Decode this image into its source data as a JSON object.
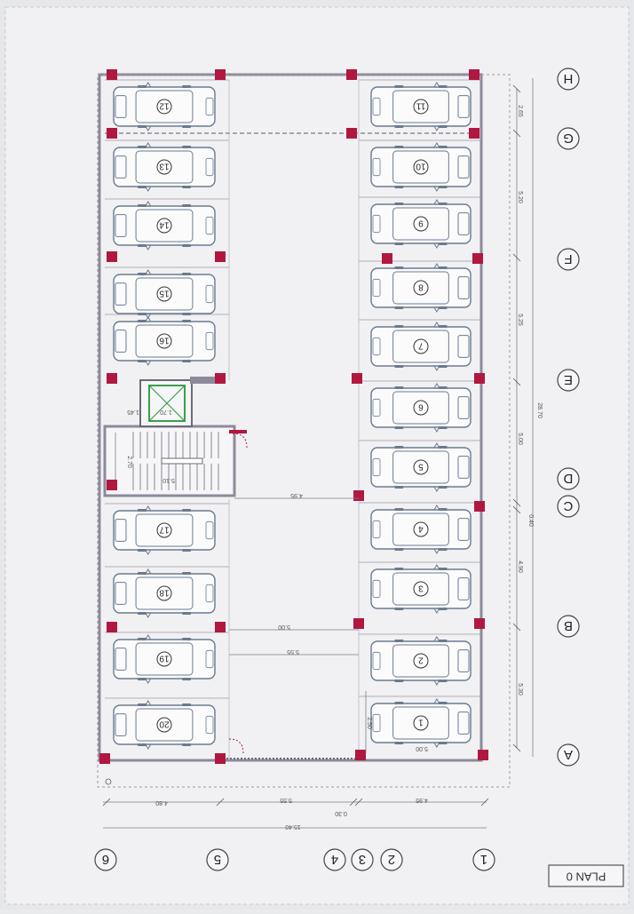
{
  "plan_title": "PLAN 0",
  "grid_letters": [
    "A",
    "B",
    "C",
    "D",
    "E",
    "F",
    "G",
    "H"
  ],
  "grid_numbers": [
    "1",
    "2",
    "3",
    "4",
    "5",
    "6"
  ],
  "right_stalls": [
    "1",
    "2",
    "3",
    "4",
    "5",
    "6",
    "7",
    "8",
    "9",
    "10",
    "11"
  ],
  "left_stalls": [
    "20",
    "19",
    "18",
    "17",
    "16",
    "15",
    "14",
    "13",
    "12"
  ],
  "dimensions": {
    "right_total": "28.70",
    "right_segments": [
      "2.65",
      "5.20",
      "5.25",
      "5.00",
      "0.40",
      "4.90",
      "5.30"
    ],
    "bottom_total": "15.40",
    "bottom_segments": [
      "4.95",
      "5.55",
      "0.30",
      "4.80"
    ],
    "aisle_top": "4.95",
    "aisle_mid1": "5.00",
    "aisle_mid2": "5.55",
    "stall_width": "2.50",
    "stall_depth": "5.00",
    "stair_w": "2.70",
    "stair_l": "5.10",
    "lift_w": "1.70",
    "lift_d": "1.45"
  },
  "colors": {
    "paper": "#f1f1f3",
    "wall": "#8c8a9a",
    "column": "#b01840",
    "car": "#6a7a90",
    "dimension": "#7a7f8a",
    "lift_green": "#3aa04a"
  }
}
